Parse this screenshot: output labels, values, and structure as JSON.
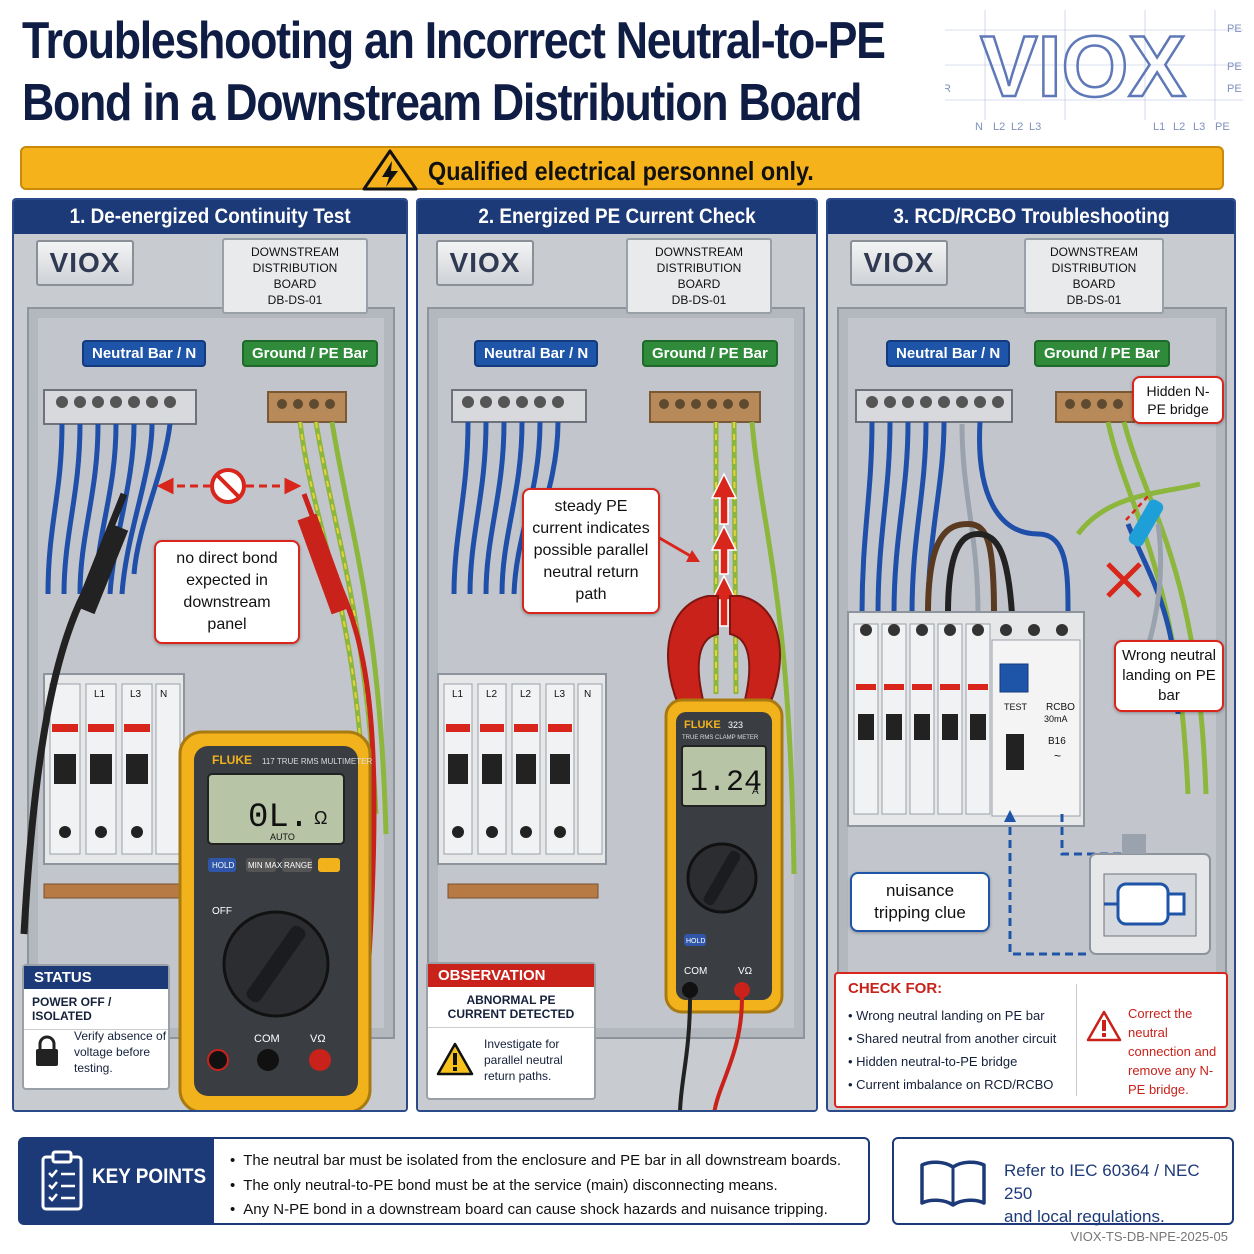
{
  "title": {
    "line1": "Troubleshooting an Incorrect Neutral-to-PE",
    "line2": "Bond in a Downstream Distribution Board"
  },
  "brand": {
    "logo": "VIOX",
    "corner_labels": [
      "N",
      "L2",
      "L2",
      "L3",
      "L1",
      "L2",
      "L3",
      "PE",
      "PE",
      "PE",
      "PE",
      "R"
    ]
  },
  "warning": "Qualified electrical personnel only.",
  "colors": {
    "navy": "#1d3a78",
    "warning": "#f6b21b",
    "alert_red": "#d9261c",
    "neutral_blue": "#1f55a8",
    "pe_green": "#2f8a3a"
  },
  "panels": [
    {
      "heading": "1. De-energized Continuity Test",
      "logo": "VIOX",
      "plate": {
        "line1": "DOWNSTREAM",
        "line2": "DISTRIBUTION BOARD",
        "id": "DB-DS-01"
      },
      "neutral_tag": "Neutral Bar / N",
      "ground_tag": "Ground / PE Bar",
      "callout": "no direct bond expected in downstream panel",
      "breaker_labels": [
        "L1",
        "L3",
        "N"
      ],
      "meter": {
        "brand": "FLUKE",
        "model": "117 TRUE RMS MULTIMETER",
        "reading": "0L.",
        "unit": "Ω",
        "mode": "AUTO",
        "buttons": [
          "HOLD",
          "MIN MAX",
          "RANGE"
        ],
        "off": "OFF",
        "com": "COM",
        "vohm": "VΩ"
      },
      "status": {
        "heading": "STATUS",
        "state": "POWER OFF / ISOLATED",
        "note": "Verify absence of voltage before testing."
      }
    },
    {
      "heading": "2. Energized PE Current Check",
      "logo": "VIOX",
      "plate": {
        "line1": "DOWNSTREAM",
        "line2": "DISTRIBUTION BOARD",
        "id": "DB-DS-01"
      },
      "neutral_tag": "Neutral Bar / N",
      "ground_tag": "Ground / PE Bar",
      "callout": "steady PE current indicates possible parallel neutral return path",
      "breaker_labels": [
        "L1",
        "L2",
        "L2",
        "L3",
        "N"
      ],
      "meter": {
        "brand": "FLUKE",
        "model": "323",
        "subtitle": "TRUE RMS CLAMP METER",
        "reading": "1.24",
        "unit": "A",
        "hold": "HOLD",
        "com": "COM",
        "vohm": "VΩ"
      },
      "observation": {
        "heading": "OBSERVATION",
        "state": "ABNORMAL PE CURRENT DETECTED",
        "note": "Investigate for parallel neutral return paths."
      }
    },
    {
      "heading": "3. RCD/RCBO Troubleshooting",
      "logo": "VIOX",
      "plate": {
        "line1": "DOWNSTREAM",
        "line2": "DISTRIBUTION BOARD",
        "id": "DB-DS-01"
      },
      "neutral_tag": "Neutral Bar / N",
      "ground_tag": "Ground / PE Bar",
      "hidden_bridge": "Hidden N-PE bridge",
      "wrong_landing": "Wrong neutral landing on PE bar",
      "nuisance": "nuisance tripping clue",
      "rcbo": {
        "test": "TEST",
        "name": "RCBO",
        "rating": "30mA",
        "curve": "B16",
        "symbol": "~"
      },
      "check": {
        "heading": "CHECK FOR:",
        "items": [
          "Wrong neutral landing on PE bar",
          "Shared neutral from another circuit",
          "Hidden neutral-to-PE bridge",
          "Current imbalance on RCD/RCBO"
        ],
        "action": "Correct the neutral connection and remove any N-PE bridge."
      }
    }
  ],
  "key_points": {
    "heading": "KEY POINTS",
    "items": [
      "The neutral bar must be isolated from the enclosure and PE bar in all downstream boards.",
      "The only neutral-to-PE bond must be at the service (main) disconnecting means.",
      "Any N-PE bond in a downstream board can cause shock hazards and nuisance tripping."
    ]
  },
  "reference": {
    "line1": "Refer to IEC 60364 / NEC 250",
    "line2": "and local regulations."
  },
  "doc_id": "VIOX-TS-DB-NPE-2025-05"
}
